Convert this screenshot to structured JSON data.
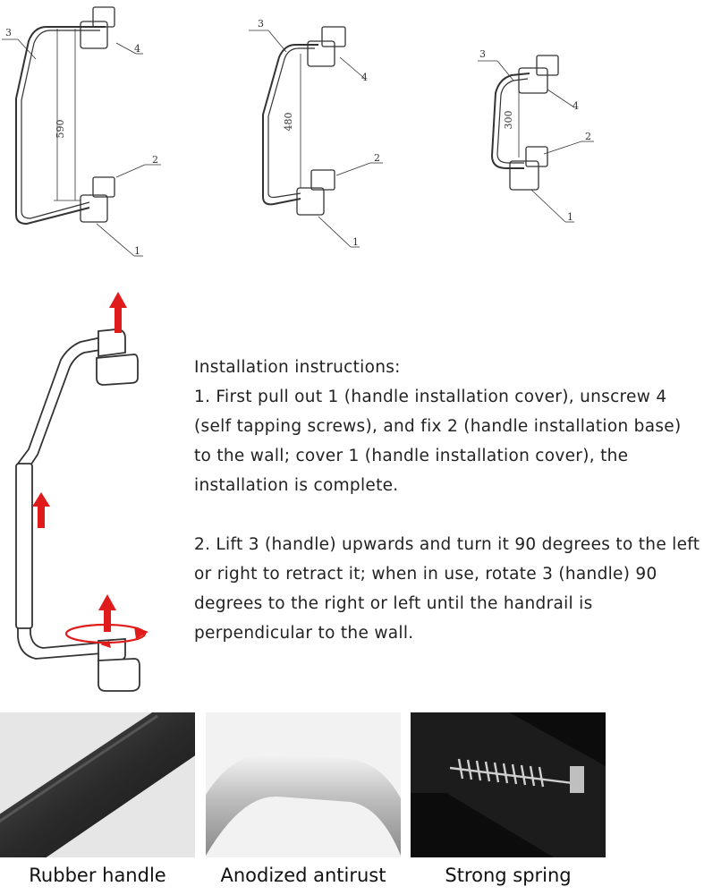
{
  "diagrams": [
    {
      "dimension": "590",
      "labels": [
        "3",
        "4",
        "2",
        "1"
      ]
    },
    {
      "dimension": "480",
      "labels": [
        "3",
        "4",
        "2",
        "1"
      ]
    },
    {
      "dimension": "300",
      "labels": [
        "3",
        "4",
        "2",
        "1"
      ]
    }
  ],
  "instructions": {
    "title": "Installation instructions:",
    "step1": "1. First pull out 1 (handle installation cover), unscrew 4 (self tapping screws), and fix 2 (handle installation base) to the wall; cover 1 (handle installation cover), the installation is complete.",
    "step2": "2. Lift 3 (handle) upwards and turn it 90 degrees to the left or right to retract it; when in use, rotate 3 (handle) 90 degrees to the right or left until the handrail is perpendicular to the wall."
  },
  "features": [
    {
      "caption": "Rubber handle"
    },
    {
      "caption": "Anodized antirust"
    },
    {
      "caption": "Strong spring"
    }
  ],
  "colors": {
    "arrow": "#e01b1b",
    "line": "#333333",
    "rubber": "#2e2e2e",
    "metal": "#c8c8c8"
  }
}
